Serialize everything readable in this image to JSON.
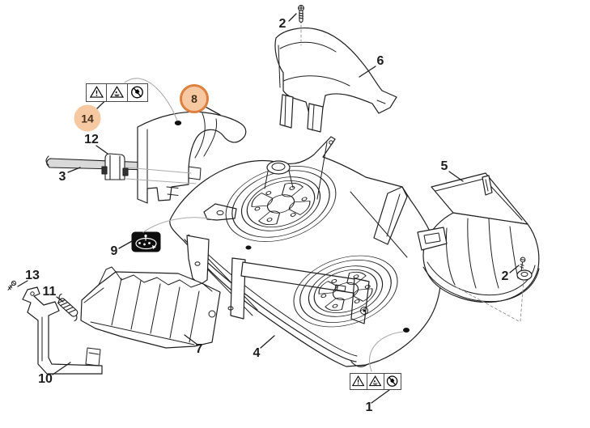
{
  "diagram": {
    "kind": "exploded-parts-diagram",
    "subject": "mower-deck-assembly",
    "background": "#ffffff",
    "line_color": "#1f1f1f",
    "connector_color": "#ababab",
    "highlight_fill": "#f6c9a3",
    "highlight_ring": "#de8140"
  },
  "callouts": [
    {
      "id": "screw-top",
      "num": "2",
      "highlighted": false
    },
    {
      "id": "cover-6",
      "num": "6",
      "highlighted": false
    },
    {
      "id": "label-14",
      "num": "14",
      "highlighted": true
    },
    {
      "id": "chute-8",
      "num": "8",
      "highlighted": true
    },
    {
      "id": "clip-12",
      "num": "12",
      "highlighted": false
    },
    {
      "id": "rod-3",
      "num": "3",
      "highlighted": false
    },
    {
      "id": "cover-5",
      "num": "5",
      "highlighted": false
    },
    {
      "id": "screw-right",
      "num": "2",
      "highlighted": false
    },
    {
      "id": "sticker-9",
      "num": "9",
      "highlighted": false
    },
    {
      "id": "screw-13",
      "num": "13",
      "highlighted": false
    },
    {
      "id": "spring-11",
      "num": "11",
      "highlighted": false
    },
    {
      "id": "deflector-7",
      "num": "7",
      "highlighted": false
    },
    {
      "id": "bracket-10",
      "num": "10",
      "highlighted": false
    },
    {
      "id": "deck-4",
      "num": "4",
      "highlighted": false
    },
    {
      "id": "label-1",
      "num": "1",
      "highlighted": false
    }
  ],
  "warning_labels": {
    "top": {
      "linked_callout": "14",
      "icons": [
        "warning-triangle-icon",
        "read-manual-warning-icon",
        "no-blade-contact-icon"
      ]
    },
    "bottom": {
      "linked_callout": "1",
      "icons": [
        "warning-triangle-icon",
        "read-manual-warning-icon",
        "no-blade-contact-icon"
      ]
    }
  },
  "stickers": {
    "part9": {
      "type": "black-instruction-sticker",
      "icons": [
        "lever-positions-icon"
      ]
    }
  }
}
